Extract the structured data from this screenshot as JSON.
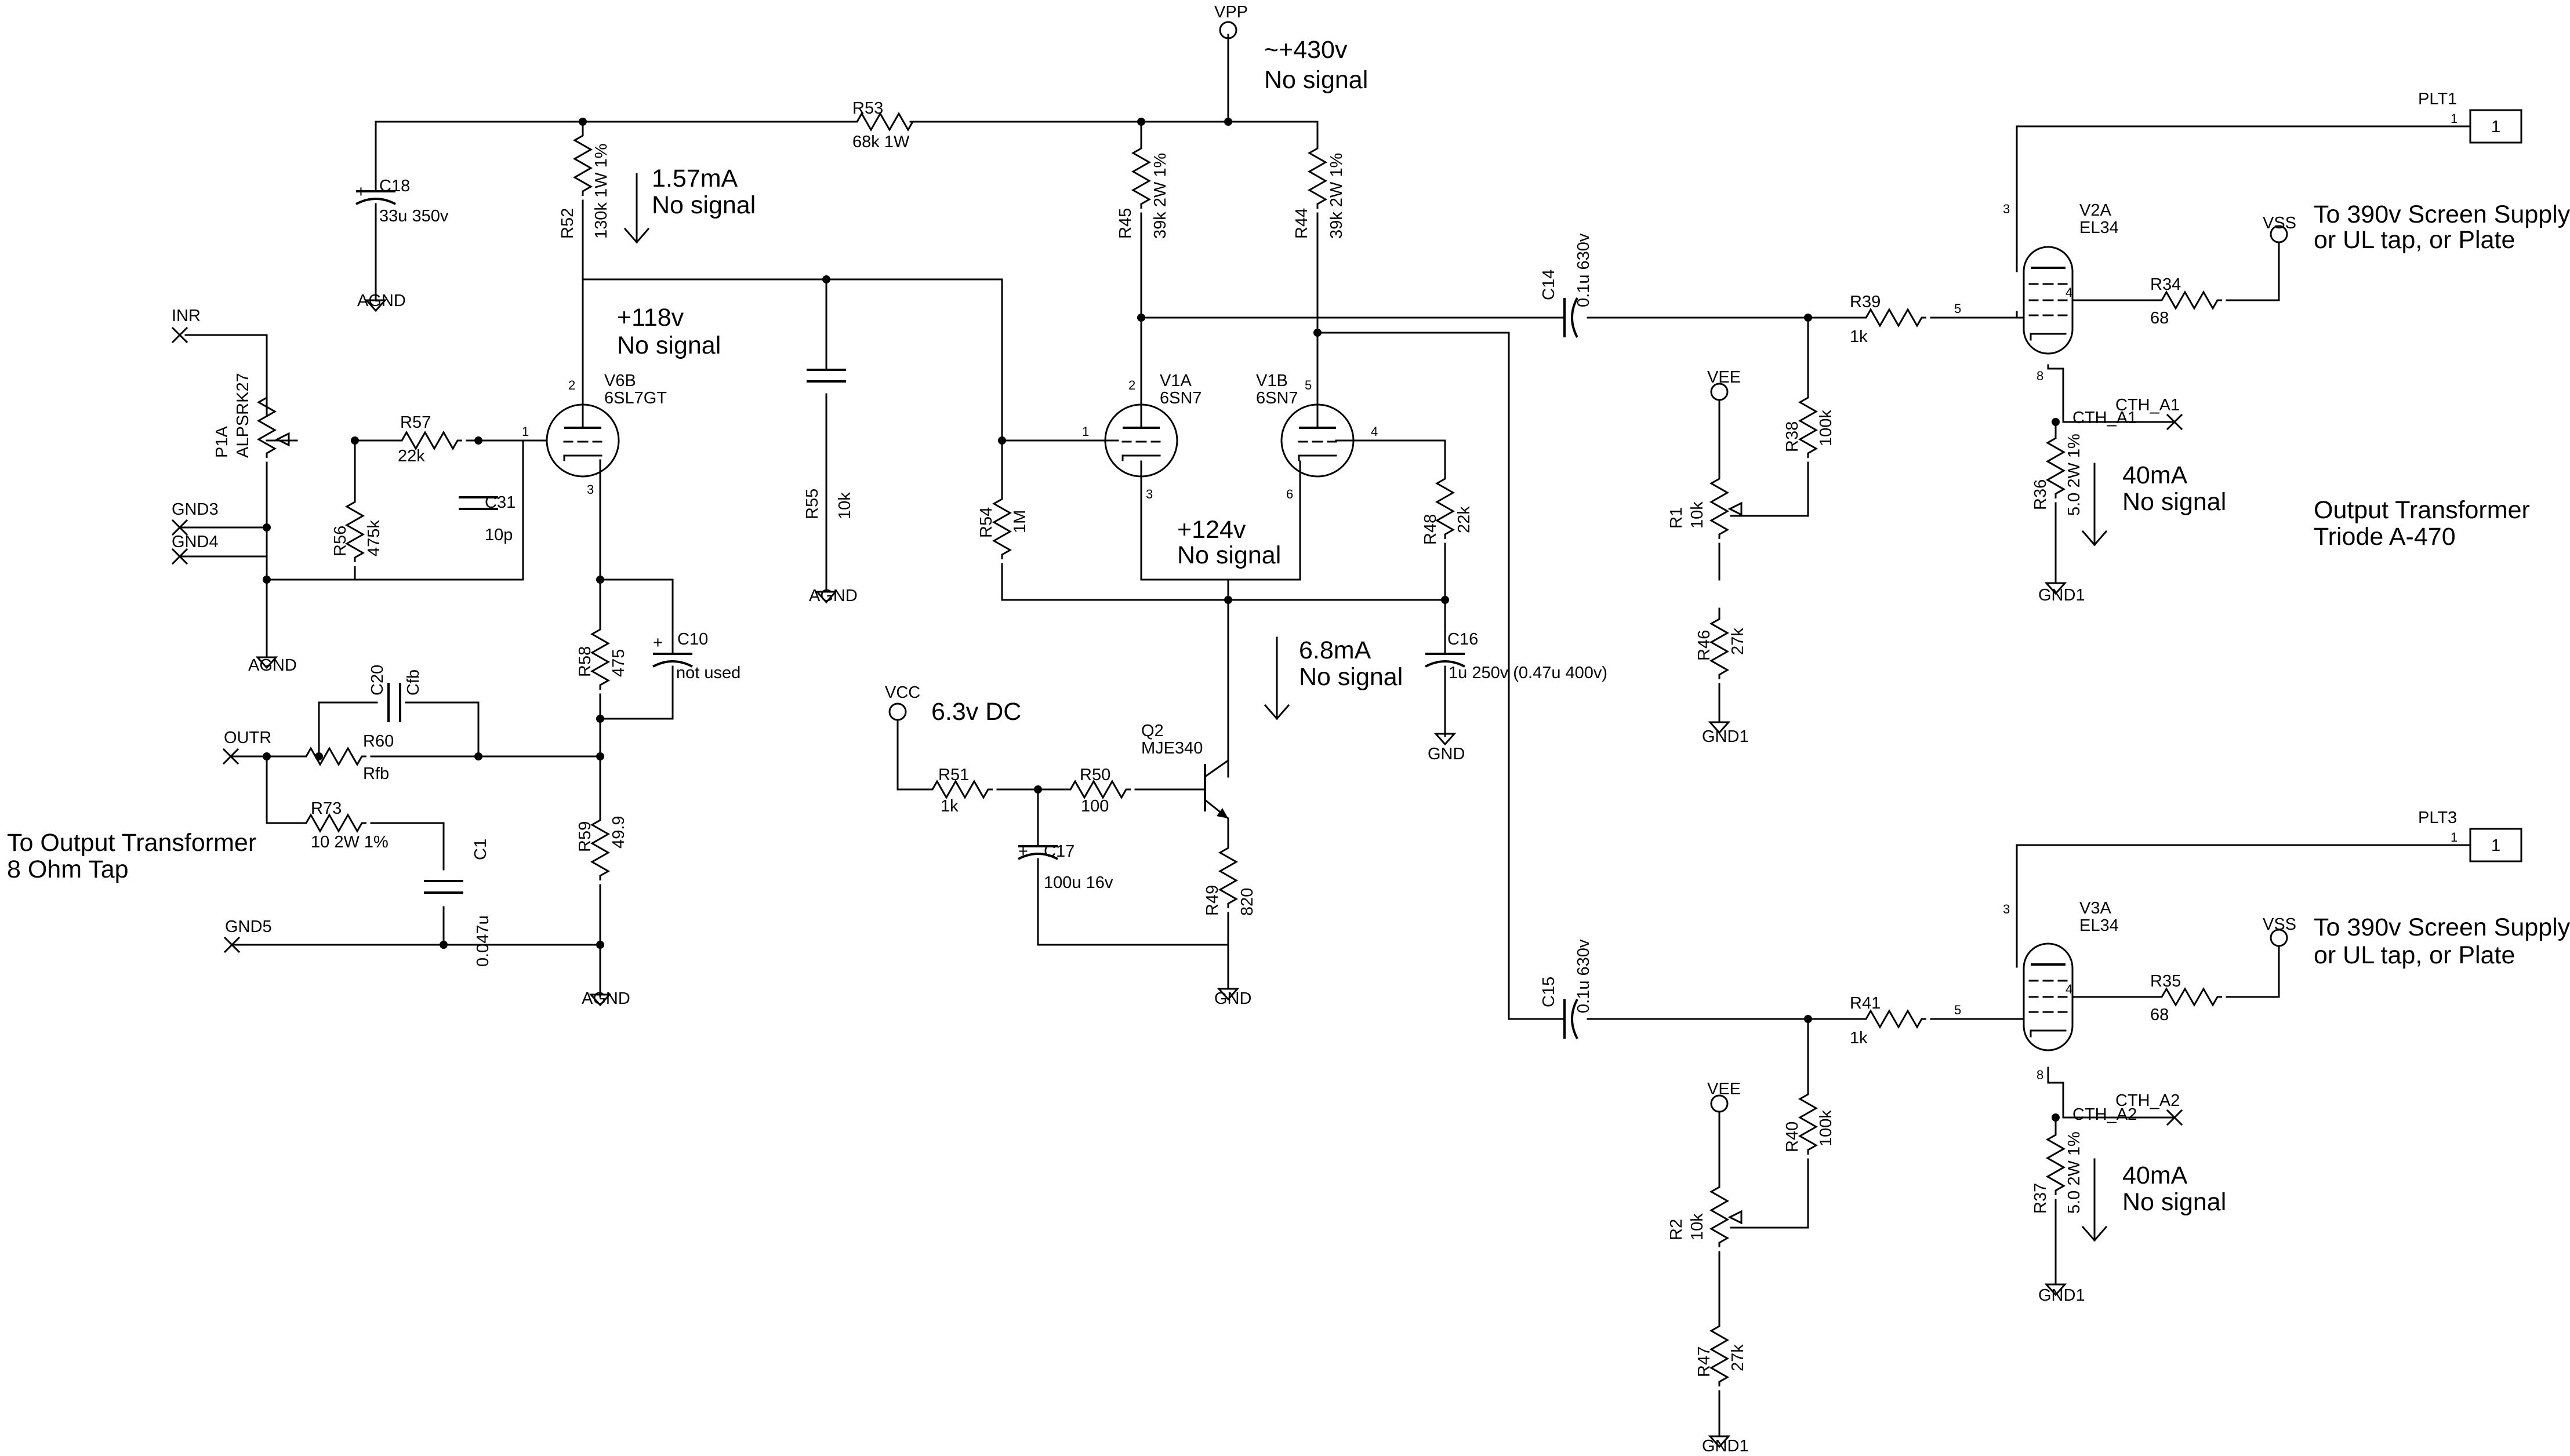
{
  "supply_labels": {
    "vpp": "VPP",
    "vcc": "VCC",
    "vee1": "VEE",
    "vee2": "VEE",
    "vss1": "VSS",
    "vss2": "VSS"
  },
  "ground_labels": {
    "c18": "AGND",
    "r55": "AGND",
    "p1a": "AGND",
    "r59": "AGND",
    "c16": "GND",
    "q2": "GND",
    "r46": "GND1",
    "r47": "GND1",
    "r36": "GND1",
    "r37": "GND1"
  },
  "ports": {
    "inr": "INR",
    "gnd3": "GND3",
    "gnd4": "GND4",
    "outr": "OUTR",
    "gnd5": "GND5",
    "cth_a1": "CTH_A1",
    "cth_a2": "CTH_A2",
    "plt1": "PLT1",
    "plt3": "PLT3",
    "connector_pin": "1"
  },
  "components": {
    "r53": {
      "ref": "R53",
      "value": "68k 1W"
    },
    "c18": {
      "ref": "C18",
      "value": "33u 350v"
    },
    "r52": {
      "ref": "R52",
      "value": "130k 1W 1%"
    },
    "r45": {
      "ref": "R45",
      "value": "39k 2W 1%"
    },
    "r44": {
      "ref": "R44",
      "value": "39k 2W 1%"
    },
    "v6b": {
      "ref": "V6B",
      "value": "6SL7GT"
    },
    "r57": {
      "ref": "R57",
      "value": "22k"
    },
    "c31": {
      "ref": "C31",
      "value": "10p"
    },
    "r56": {
      "ref": "R56",
      "value": "475k"
    },
    "p1a": {
      "ref": "P1A",
      "value": "ALPSRK27"
    },
    "r55": {
      "ref": "R55",
      "value": "10k"
    },
    "r54": {
      "ref": "R54",
      "value": "1M"
    },
    "v1a": {
      "ref": "V1A",
      "value": "6SN7"
    },
    "v1b": {
      "ref": "V1B",
      "value": "6SN7"
    },
    "r48": {
      "ref": "R48",
      "value": "22k"
    },
    "c16": {
      "ref": "C16",
      "value": "1u 250v (0.47u 400v)"
    },
    "r58": {
      "ref": "R58",
      "value": "475"
    },
    "c10": {
      "ref": "C10",
      "value": "not used"
    },
    "c20": {
      "ref": "C20",
      "value": "Cfb"
    },
    "r60": {
      "ref": "R60",
      "value": "Rfb"
    },
    "r73": {
      "ref": "R73",
      "value": "10 2W 1%"
    },
    "c1": {
      "ref": "C1",
      "value": "0.047u"
    },
    "r59": {
      "ref": "R59",
      "value": "49.9"
    },
    "r51": {
      "ref": "R51",
      "value": "1k"
    },
    "r50": {
      "ref": "R50",
      "value": "100"
    },
    "c17": {
      "ref": "C17",
      "value": "100u 16v"
    },
    "q2": {
      "ref": "Q2",
      "value": "MJE340"
    },
    "r49": {
      "ref": "R49",
      "value": "820"
    },
    "c14": {
      "ref": "C14",
      "value": "0.1u 630v"
    },
    "c15": {
      "ref": "C15",
      "value": "0.1u 630v"
    },
    "r39": {
      "ref": "R39",
      "value": "1k"
    },
    "r41": {
      "ref": "R41",
      "value": "1k"
    },
    "r38": {
      "ref": "R38",
      "value": "100k"
    },
    "r40": {
      "ref": "R40",
      "value": "100k"
    },
    "r1": {
      "ref": "R1",
      "value": "10k"
    },
    "r2": {
      "ref": "R2",
      "value": "10k"
    },
    "r46": {
      "ref": "R46",
      "value": "27k"
    },
    "r47": {
      "ref": "R47",
      "value": "27k"
    },
    "v2a": {
      "ref": "V2A",
      "value": "EL34"
    },
    "v3a": {
      "ref": "V3A",
      "value": "EL34"
    },
    "r34": {
      "ref": "R34",
      "value": "68"
    },
    "r35": {
      "ref": "R35",
      "value": "68"
    },
    "r36": {
      "ref": "R36",
      "value": "5.0 2W 1%"
    },
    "r37": {
      "ref": "R37",
      "value": "5.0 2W 1%"
    }
  },
  "pins": {
    "v6b_plate": "2",
    "v6b_grid": "1",
    "v6b_cathode": "3",
    "v1a_plate": "2",
    "v1a_grid": "1",
    "v1a_cathode": "3",
    "v1b_plate": "5",
    "v1b_grid": "4",
    "v1b_cathode": "6",
    "v2a_plate": "3",
    "v2a_grid": "5",
    "v2a_screen": "4",
    "v2a_cathode": "8",
    "v3a_plate": "3",
    "v3a_grid": "5",
    "v3a_screen": "4",
    "v3a_cathode": "8"
  },
  "annotations": {
    "vpp_voltage": "~+430v",
    "vpp_state": "No signal",
    "r52_current": "1.57mA",
    "r52_state": "No signal",
    "v6b_voltage": "+118v",
    "v6b_state": "No signal",
    "v1_cathode_voltage": "+124v",
    "v1_cathode_state": "No signal",
    "q2_current": "6.8mA",
    "q2_state": "No signal",
    "vcc_voltage": "6.3v DC",
    "output_tap_line1": "To Output Transformer",
    "output_tap_line2": "8 Ohm Tap",
    "screen1_line1": "To 390v Screen Supply,",
    "screen1_line2": "or UL tap, or Plate",
    "screen2_line1": "To 390v Screen Supply,",
    "screen2_line2": "or UL tap, or Plate",
    "v2a_current": "40mA",
    "v2a_state": "No signal",
    "v3a_current": "40mA",
    "v3a_state": "No signal",
    "transformer_line1": "Output Transformer",
    "transformer_line2": "Triode A-470"
  }
}
